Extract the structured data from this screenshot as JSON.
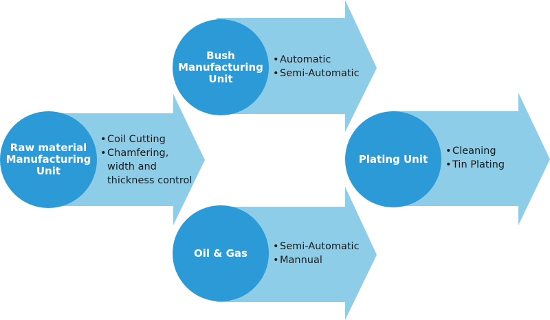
{
  "colors": {
    "arrow": "#8ecde7",
    "circle": "#2b9ad6",
    "circle_text": "#ffffff",
    "bullet_text": "#1a1a1a"
  },
  "nodes": {
    "raw": {
      "title": "Raw material Manufacturing Unit",
      "items": [
        "Coil Cutting",
        "Chamfering, width and thickness control"
      ]
    },
    "bush": {
      "title": "Bush Manufacturing Unit",
      "items": [
        "Automatic",
        "Semi-Automatic"
      ]
    },
    "oil": {
      "title": "Oil & Gas",
      "items": [
        "Semi-Automatic",
        "Mannual"
      ]
    },
    "plating": {
      "title": "Plating Unit",
      "items": [
        "Cleaning",
        "Tin Plating"
      ]
    }
  }
}
